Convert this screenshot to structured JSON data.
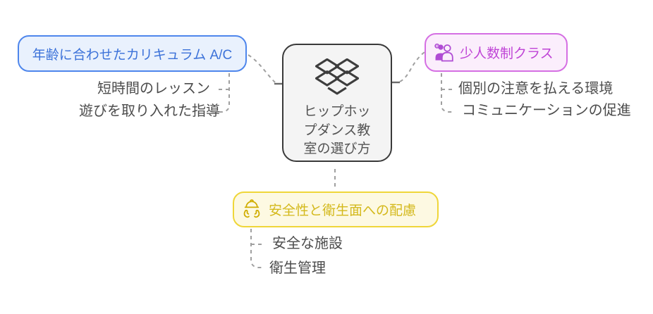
{
  "diagram": {
    "center": {
      "title": "ヒップホップダンス教室の選び方",
      "title_lines": [
        "ヒップホッ",
        "プダンス教",
        "室の選び方"
      ],
      "icon": "dropbox-logo-icon",
      "border_color": "#3a3a3a",
      "background": "#f4f4f4",
      "text_color": "#545454"
    },
    "branches": [
      {
        "id": "age-curriculum",
        "label": "年齢に合わせたカリキュラム A/C",
        "accent": "#4e86ec",
        "background": "#e9f1fd",
        "text_color": "#3c72d9",
        "children": [
          "短時間のレッスン",
          "遊びを取り入れた指導"
        ]
      },
      {
        "id": "small-class",
        "label": "少人数制クラス",
        "icon": "people-group-icon",
        "accent": "#d56fe3",
        "background": "#fbeefc",
        "text_color": "#bf44d6",
        "children": [
          "個別の注意を払える環境",
          "コミュニケーションの促進"
        ]
      },
      {
        "id": "safety-hygiene",
        "label": "安全性と衛生面への配慮",
        "icon": "helmet-hands-icon",
        "accent": "#efd639",
        "background": "#fdf9e2",
        "text_color": "#d4b91c",
        "children": [
          "安全な施設",
          "衛生管理"
        ]
      }
    ],
    "connector_color": "#a0a0a0",
    "child_text_color": "#4c4c4c"
  }
}
